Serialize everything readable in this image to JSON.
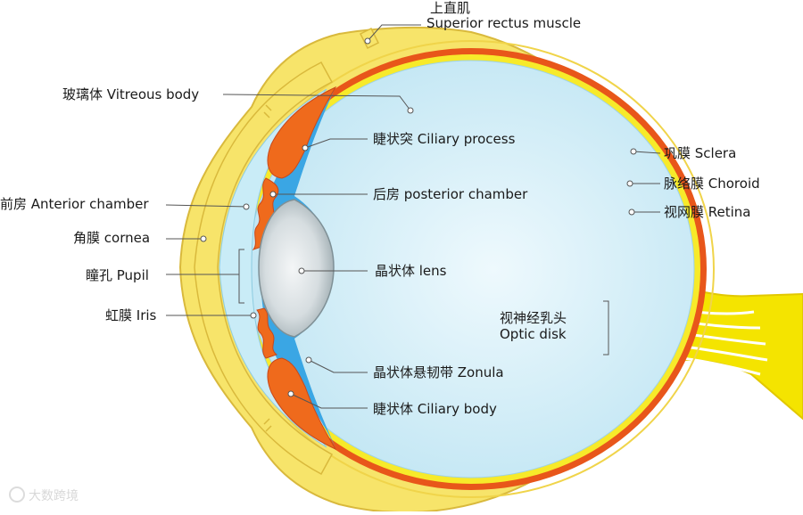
{
  "labels": {
    "superior_rectus_zh": "上直肌",
    "superior_rectus_en": "Superior rectus muscle",
    "vitreous": "玻璃体 Vitreous body",
    "ciliary_process": "睫状突  Ciliary process",
    "posterior_chamber": "后房 posterior chamber",
    "anterior_chamber": "前房 Anterior chamber",
    "cornea": "角膜 cornea",
    "pupil": "瞳孔 Pupil",
    "lens": "晶状体 lens",
    "iris": "虹膜 Iris",
    "zonula": "晶状体悬韧带 Zonula",
    "ciliary_body": "睫状体 Ciliary body",
    "sclera": "巩膜 Sclera",
    "choroid": "脉络膜 Choroid",
    "retina": "视网膜 Retina",
    "optic_disk_zh": "视神经乳头",
    "optic_disk_en": "Optic disk"
  },
  "watermark": "大数跨境",
  "colors": {
    "sclera": "#f7e46a",
    "choroid": "#e8561a",
    "retina": "#f2e000",
    "vitreous": "#d9f2fa",
    "chamber": "#3aa6e4",
    "ciliary": "#ef6a1c",
    "lens": "#cfd8dc",
    "optic_nerve": "#f4e400",
    "leader": "#555555"
  }
}
